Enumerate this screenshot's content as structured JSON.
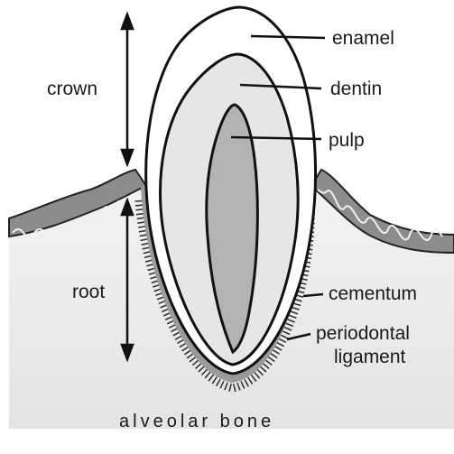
{
  "labels": {
    "crown": "crown",
    "root": "root",
    "enamel": "enamel",
    "dentin": "dentin",
    "pulp": "pulp",
    "cementum": "cementum",
    "periodontal_line1": "periodontal",
    "periodontal_line2": "ligament",
    "alveolar_bone": "alveolar bone"
  },
  "colors": {
    "background": "#ffffff",
    "bone": "#efefef",
    "gum": "#8c8c8c",
    "enamel": "#ffffff",
    "dentin": "#e6e6e6",
    "pulp": "#b3b3b3",
    "outline": "#111111"
  }
}
